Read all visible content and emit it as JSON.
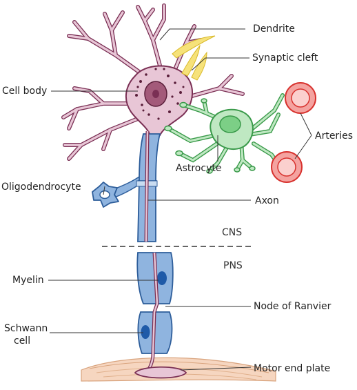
{
  "labels": {
    "dendrite": "Dendrite",
    "synaptic_cleft": "Synaptic cleft",
    "cell_body": "Cell body",
    "arteries": "Arteries",
    "astrocyte": "Astrocyte",
    "oligodendrocyte": "Oligodendrocyte",
    "axon": "Axon",
    "cns": "CNS",
    "pns": "PNS",
    "myelin": "Myelin",
    "node_of_ranvier": "Node of Ranvier",
    "schwann_line1": "Schwann",
    "schwann_line2": "cell",
    "motor_end_plate": "Motor end plate"
  },
  "colors": {
    "neuron_fill": "#e8c6d6",
    "neuron_stroke": "#7a2f54",
    "nucleus": "#a35a7a",
    "granules": "#5a1e3a",
    "myelin_fill": "#8fb4df",
    "myelin_stroke": "#2d5d9a",
    "schwann_nucleus": "#1f5aa8",
    "astrocyte_fill": "#bfe8c2",
    "astrocyte_stroke": "#3a9a4a",
    "astrocyte_nucleus": "#7ccf86",
    "artery_fill": "#f4a3a0",
    "artery_stroke": "#d8322e",
    "synapse_yellow": "#f6e27a",
    "muscle_fill": "#f6d6c0",
    "muscle_stroke": "#d9a47e"
  }
}
